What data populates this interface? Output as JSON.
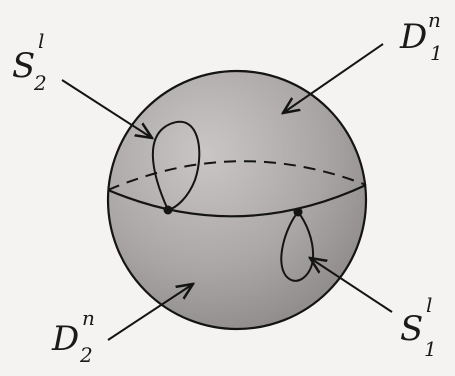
{
  "labels": {
    "d1": {
      "base": "D",
      "sup": "n",
      "sub": "1"
    },
    "d2": {
      "base": "D",
      "sup": "n",
      "sub": "2"
    },
    "s1": {
      "base": "S",
      "sup": "l",
      "sub": "1"
    },
    "s2": {
      "base": "S",
      "sup": "l",
      "sub": "2"
    }
  },
  "colors": {
    "ink": "#141414",
    "sphere_fill": "#a8a4a3",
    "paper": "#f4f3f1"
  }
}
